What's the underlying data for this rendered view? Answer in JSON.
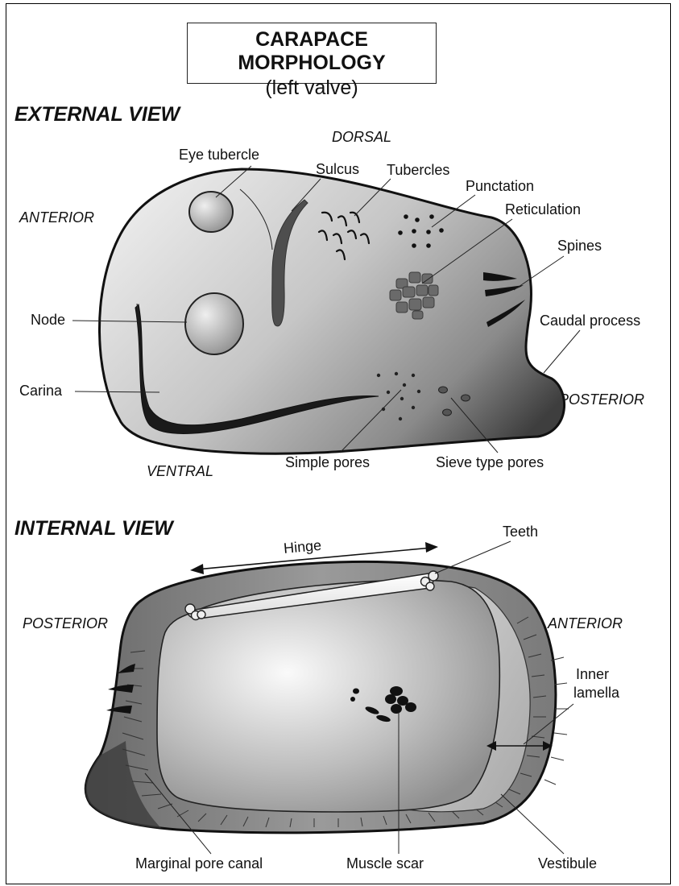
{
  "title": {
    "main": "CARAPACE MORPHOLOGY",
    "sub": "(left valve)"
  },
  "external_view": {
    "heading": "EXTERNAL VIEW",
    "directions": {
      "dorsal": "DORSAL",
      "anterior": "ANTERIOR",
      "posterior": "POSTERIOR",
      "ventral": "VENTRAL"
    },
    "labels": {
      "eye_tubercle": "Eye tubercle",
      "sulcus": "Sulcus",
      "tubercles": "Tubercles",
      "punctation": "Punctation",
      "reticulation": "Reticulation",
      "spines": "Spines",
      "node": "Node",
      "caudal_process": "Caudal process",
      "carina": "Carina",
      "simple_pores": "Simple pores",
      "sieve_pores": "Sieve type pores"
    }
  },
  "internal_view": {
    "heading": "INTERNAL VIEW",
    "directions": {
      "posterior": "POSTERIOR",
      "anterior": "ANTERIOR"
    },
    "labels": {
      "hinge": "Hinge",
      "teeth": "Teeth",
      "inner_lamella_1": "Inner",
      "inner_lamella_2": "lamella",
      "marginal_pore_canal": "Marginal pore canal",
      "muscle_scar": "Muscle scar",
      "vestibule": "Vestibule"
    }
  },
  "colors": {
    "shell_light": "#e4e4e4",
    "shell_dark": "#4a4a4a",
    "outline": "#111111",
    "background": "#ffffff"
  }
}
